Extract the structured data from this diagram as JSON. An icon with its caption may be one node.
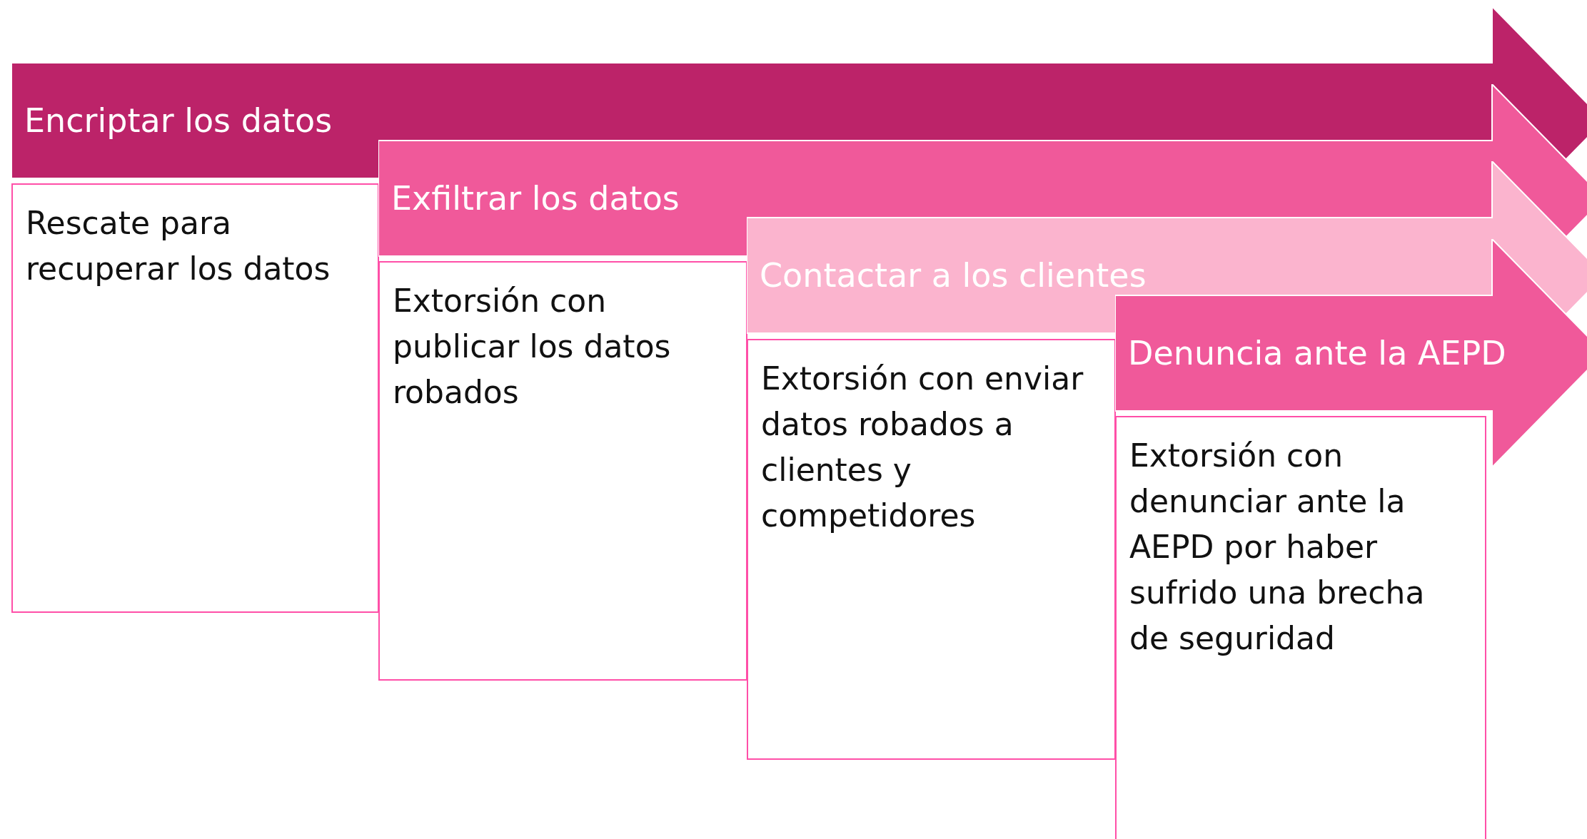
{
  "diagram": {
    "nodes": [
      {
        "text": [
          "Encriptar los datos"
        ]
      },
      {
        "text": [
          "Rescate para recuperar los datos"
        ]
      },
      {
        "text": [
          "Exfiltrar los datos"
        ]
      },
      {
        "text": [
          "Extorsión con publicar los datos robados"
        ]
      },
      {
        "text": [
          "Contactar a los clientes"
        ]
      },
      {
        "text": [
          "Extorsión con enviar datos robados a clientes y competidores"
        ]
      },
      {
        "text": [
          "Denuncia ante la AEPD"
        ]
      },
      {
        "text": [
          "Extorsión con denunciar ante la AEPD por haber sufrido una brecha de seguridad"
        ]
      }
    ]
  }
}
